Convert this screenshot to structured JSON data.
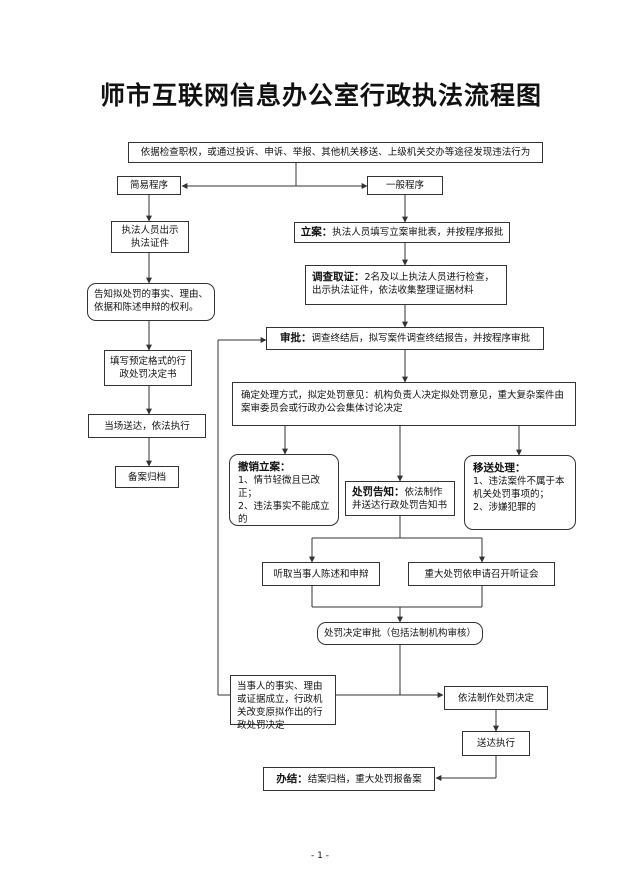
{
  "title": "师市互联网信息办公室行政执法流程图",
  "nodes": {
    "start": "依据检查职权，或通过投诉、申诉、举报、其他机关移送、上级机关交办等途径发现违法行为",
    "simple": "简易程序",
    "general": "一般程序",
    "show_id": "执法人员出示执法证件",
    "inform": "告知拟处罚的事实、理由、依据和陈述申辩的权利。",
    "fill_form": "填写预定格式的行政处罚决定书",
    "deliver_now": "当场送达，依法执行",
    "archive_simple": "备案归档",
    "filing_label": "立案：",
    "filing_text": "执法人员填写立案审批表，并按程序报批",
    "investigate_label": "调查取证：",
    "investigate_text": "2名及以上执法人员进行检查，出示执法证件，依法收集整理证据材料",
    "review_label": "审批：",
    "review_text": "调查终结后，拟写案件调查终结报告，并按程序审批",
    "decide_method": "确定处理方式，拟定处罚意见：机构负责人决定拟处罚意见，重大复杂案件由案审委员会或行政办公会集体讨论决定",
    "revoke_label": "撤销立案：",
    "revoke_items": [
      "1、情节轻微且已改正；",
      "2、违法事实不能成立的"
    ],
    "notice_label": "处罚告知：",
    "notice_text": "依法制作并送达行政处罚告知书",
    "transfer_label": "移送处理：",
    "transfer_items": [
      "1、违法案件不属于本机关处罚事项的；",
      "2、涉嫌犯罪的"
    ],
    "hear": "听取当事人陈述和申辩",
    "hearing": "重大处罚依申请召开听证会",
    "decision_review": "处罚决定审批（包括法制机构审核）",
    "party_facts": "当事人的事实、理由或证据成立，行政机关改变原拟作出的行政处罚决定",
    "make_decision": "依法制作处罚决定",
    "deliver_exec": "送达执行",
    "close_label": "办结：",
    "close_text": "结案归档，重大处罚报备案"
  },
  "page_number": "- 1 -",
  "colors": {
    "line": "#333333",
    "text": "#111111"
  }
}
